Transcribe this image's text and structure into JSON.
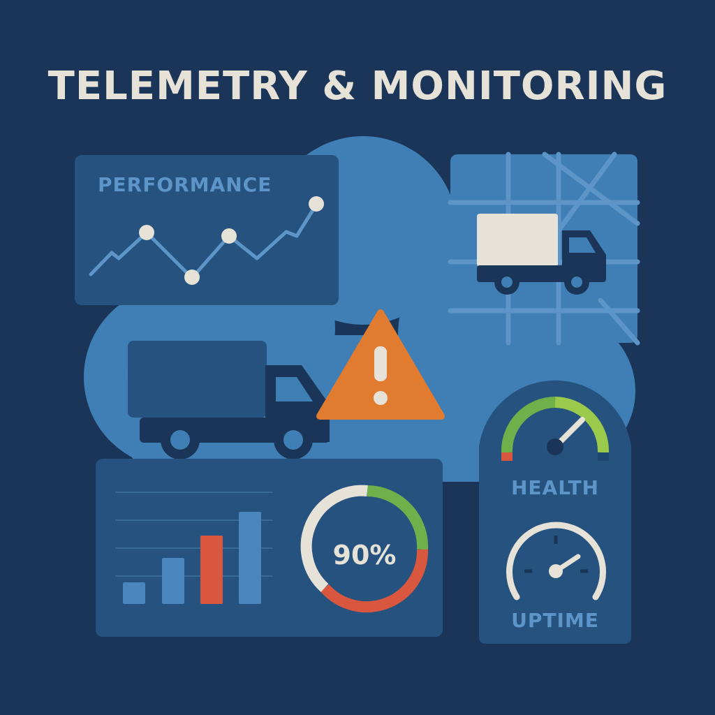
{
  "title": "TELEMETRY & MONITORING",
  "performance_panel": {
    "label": "PERFORMANCE"
  },
  "health_panel": {
    "label": "HEALTH",
    "level": 0.82
  },
  "uptime_panel": {
    "label": "UPTIME"
  },
  "gauge_panel": {
    "percent_label": "90%",
    "percent": 90
  },
  "colors": {
    "background": "#1a3557",
    "cloud": "#3f7fb5",
    "panel": "#25527e",
    "panel_dark": "#1f4670",
    "accent_green": "#6fb04a",
    "accent_orange": "#e07b30",
    "accent_red": "#d9573e",
    "light": "#e6e2d7"
  },
  "icons": [
    "line-chart-icon",
    "map-truck-icon",
    "delivery-truck-icon",
    "warning-icon",
    "bar-chart-icon",
    "donut-gauge-icon",
    "speedometer-icon"
  ]
}
